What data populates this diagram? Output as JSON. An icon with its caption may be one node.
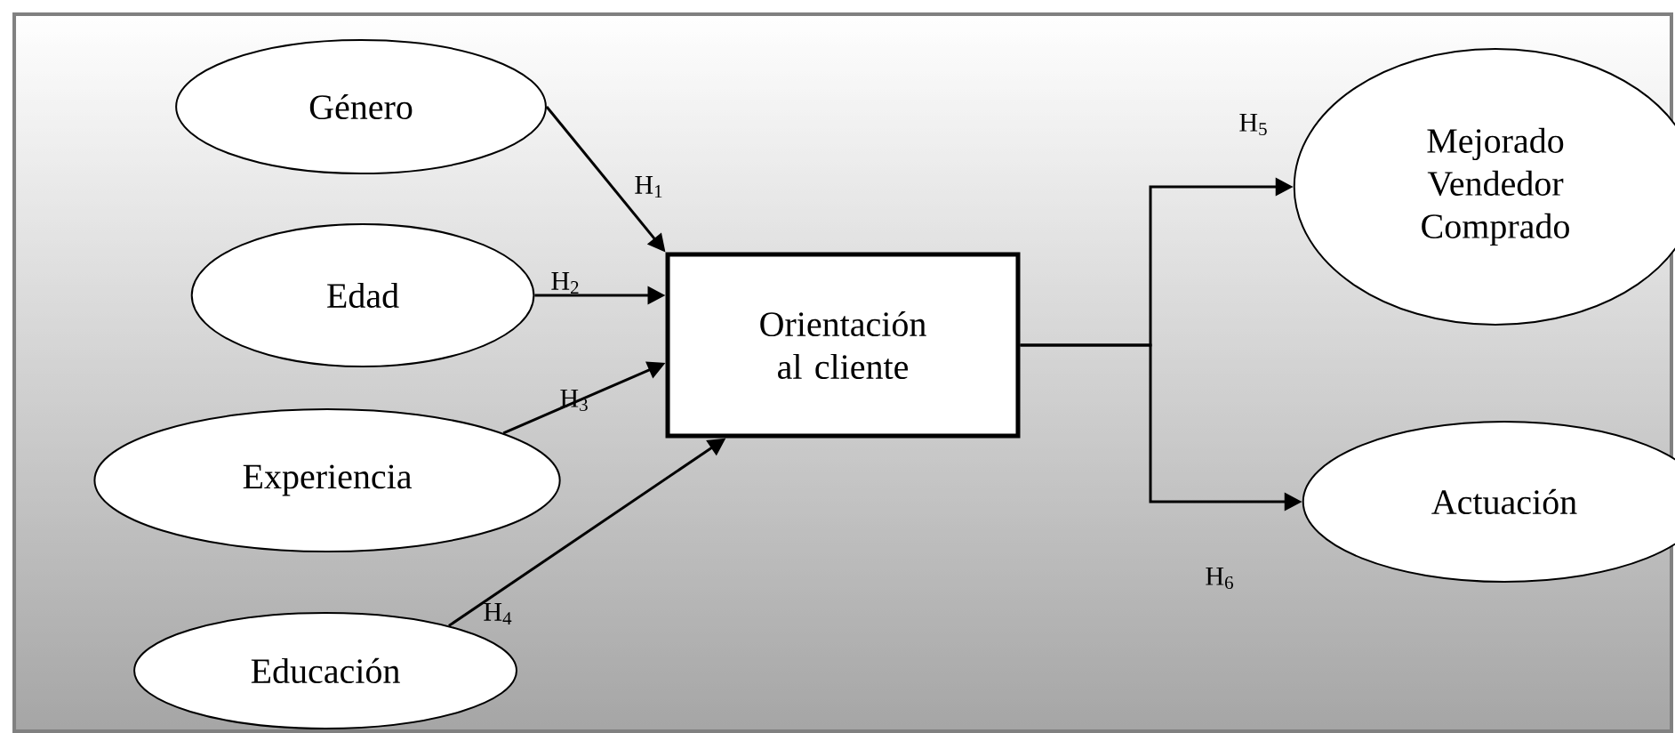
{
  "diagram": {
    "nodes": [
      {
        "text": [
          "Género"
        ]
      },
      {
        "text": [
          "Edad"
        ]
      },
      {
        "text": [
          "Experiencia"
        ]
      },
      {
        "text": [
          "Educación"
        ]
      },
      {
        "text": [
          "Orientación al cliente"
        ]
      },
      {
        "text": [
          "Mejorado Vendedor Comprado"
        ]
      },
      {
        "text": [
          "Actuación"
        ]
      }
    ],
    "edges": [
      {
        "from": 0,
        "to": 4,
        "arrow": "to",
        "label": "H$_{1}$"
      },
      {
        "from": 1,
        "to": 4,
        "arrow": "to",
        "label": "H$_{2}$"
      },
      {
        "from": 2,
        "to": 4,
        "arrow": "to",
        "label": "H$_{3}$"
      },
      {
        "from": 3,
        "to": 4,
        "arrow": "to",
        "label": "H$_{4}$"
      },
      {
        "from": 4,
        "to": 5,
        "arrow": "to",
        "label": "H$_{5}$"
      },
      {
        "from": 4,
        "to": 6,
        "arrow": "to",
        "label": "H$_{6}$"
      }
    ]
  }
}
